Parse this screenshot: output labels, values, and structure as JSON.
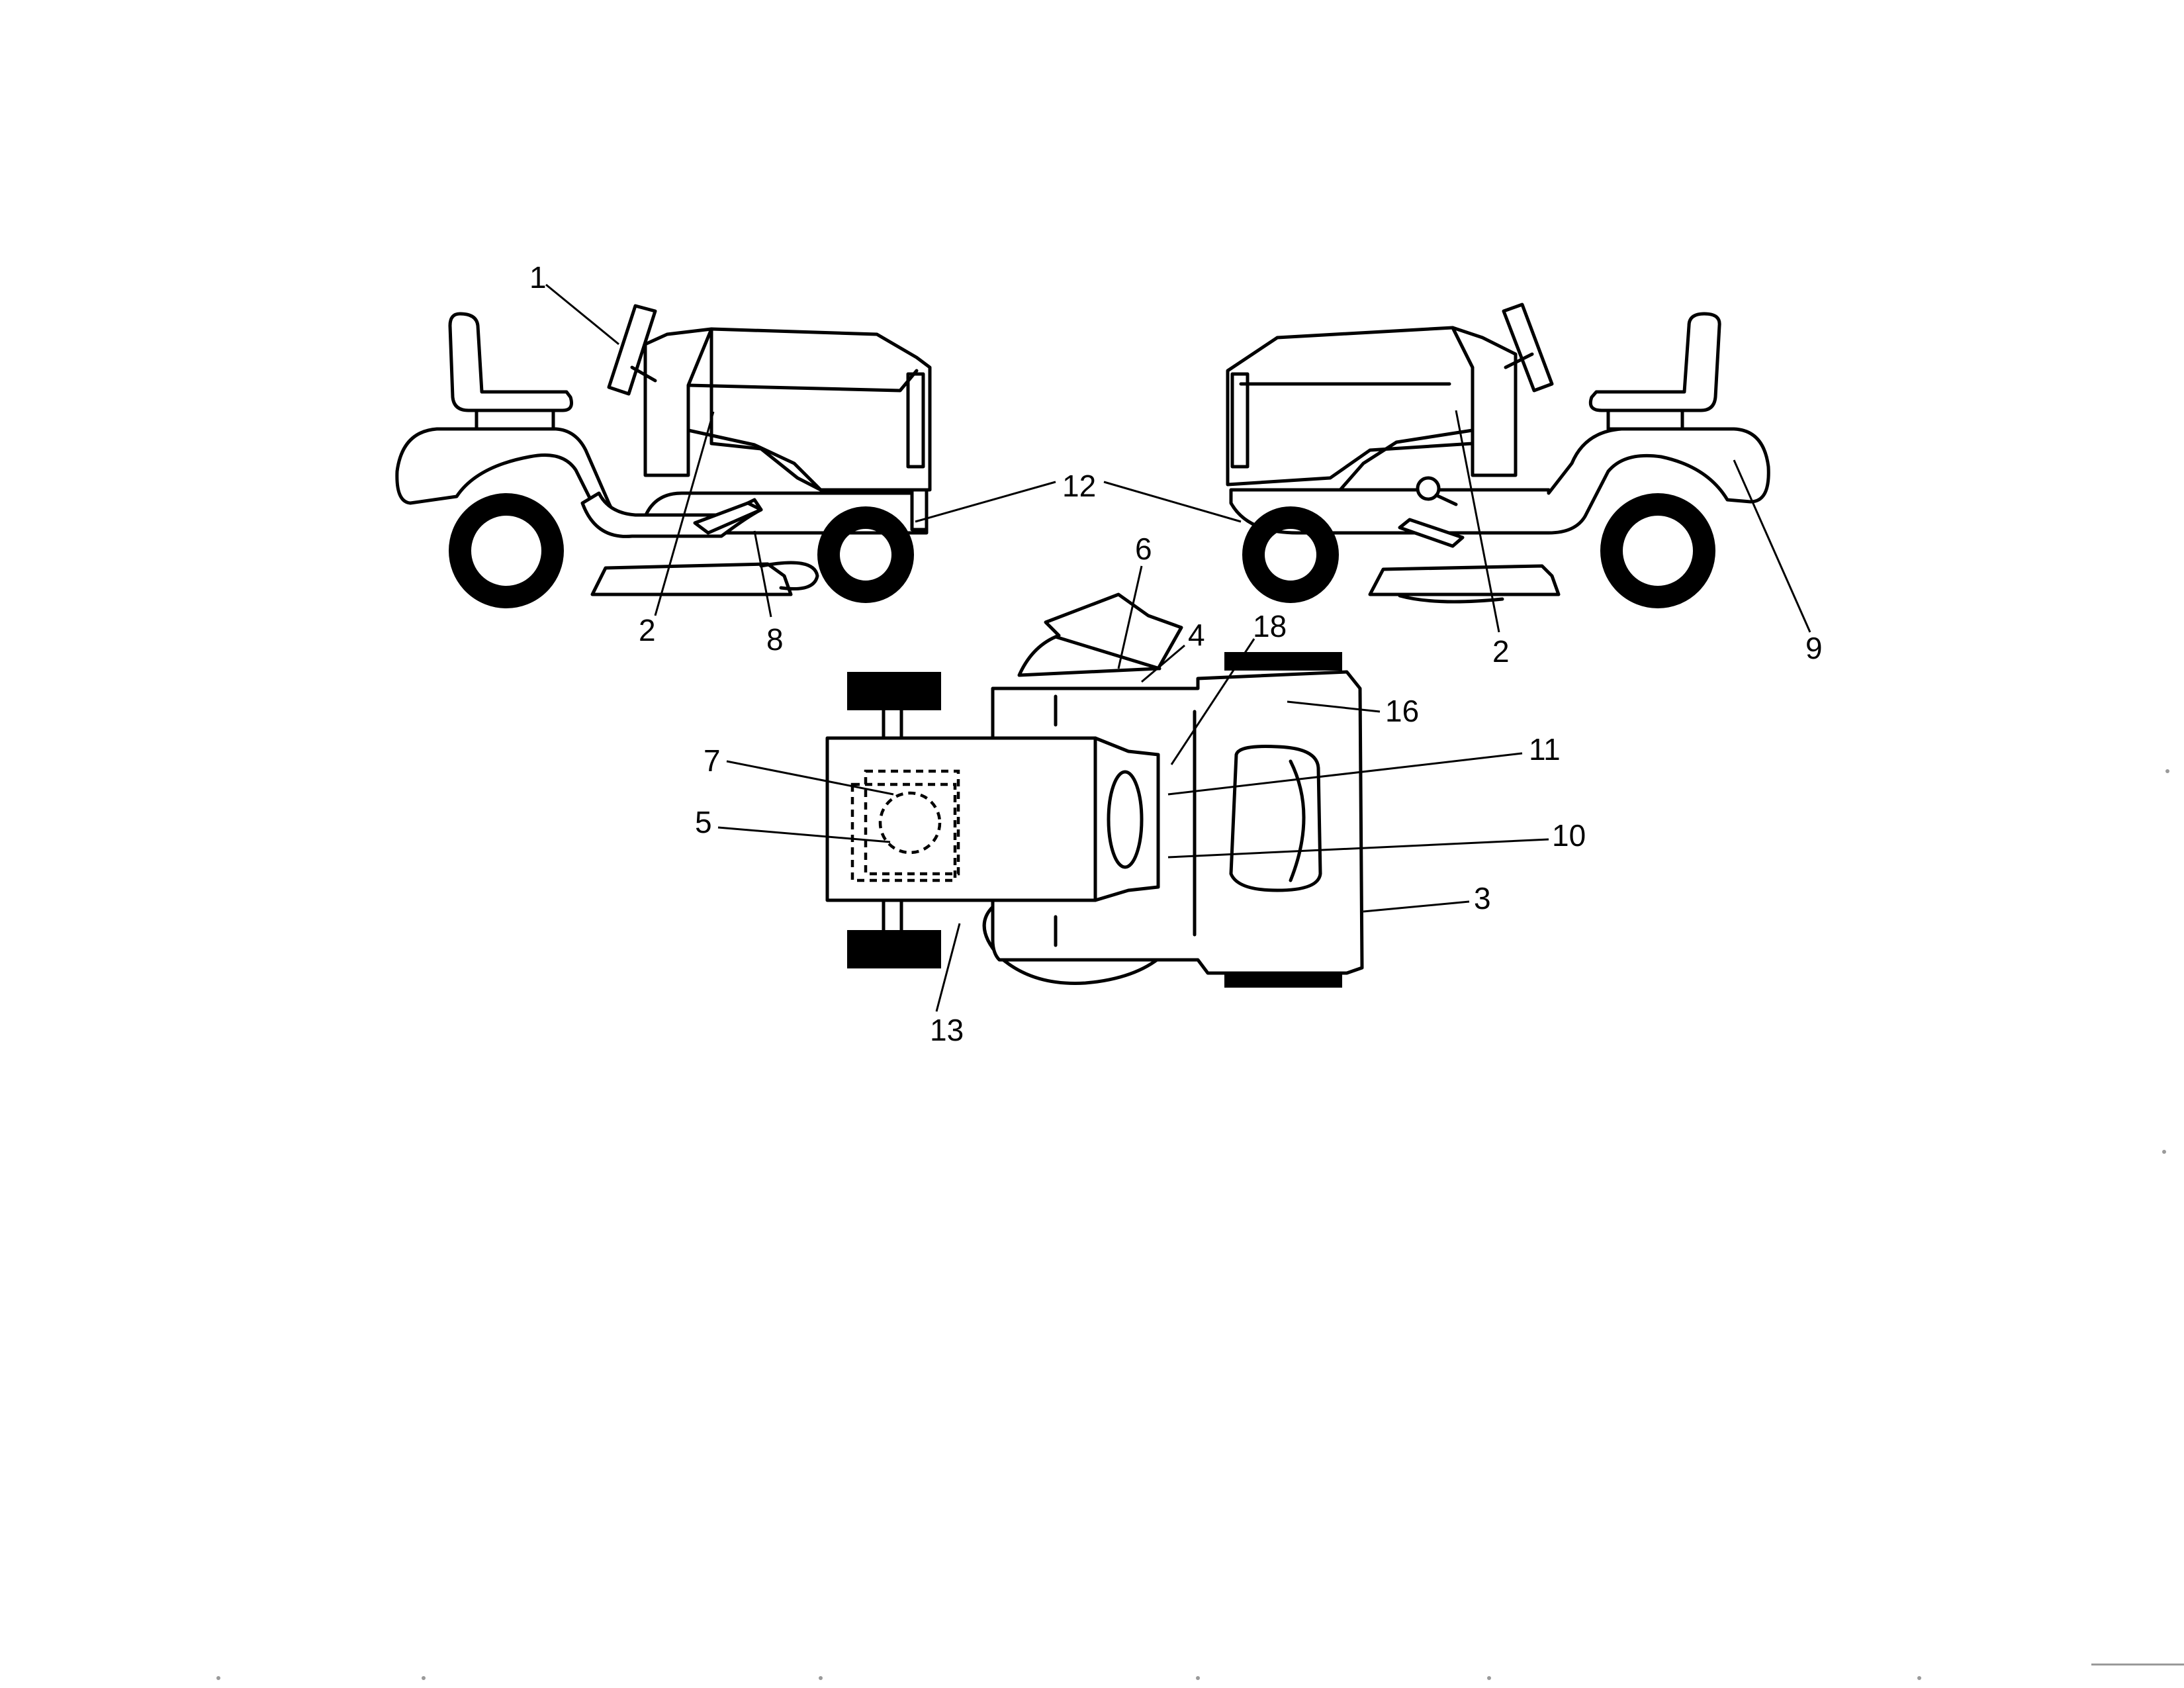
{
  "callouts": {
    "c1": "1",
    "c2_left": "2",
    "c8": "8",
    "c12": "12",
    "c2_right": "2",
    "c9": "9",
    "c6": "6",
    "c4": "4",
    "c18": "18",
    "c16": "16",
    "c7": "7",
    "c11": "11",
    "c5": "5",
    "c10": "10",
    "c3": "3",
    "c13": "13"
  }
}
